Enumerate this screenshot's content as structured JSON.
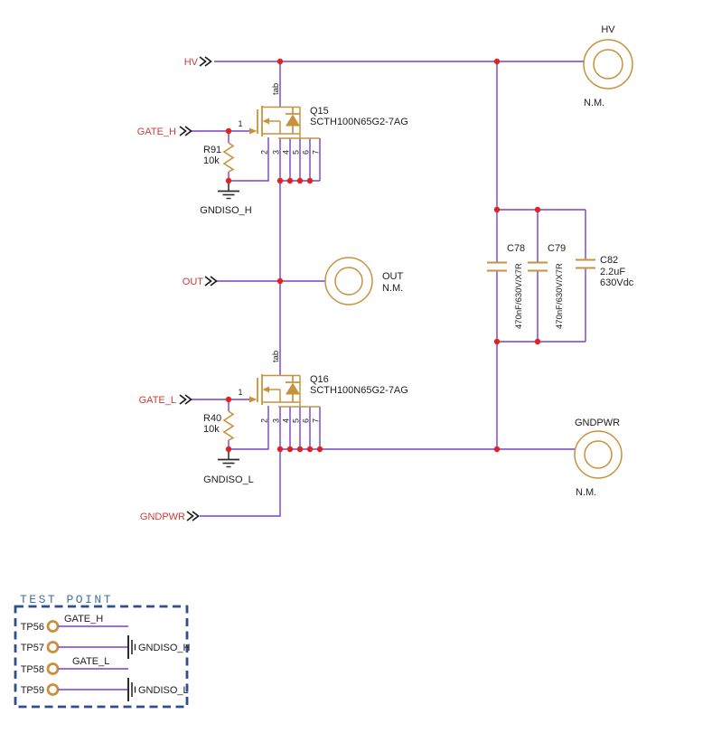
{
  "schematic": {
    "nets": {
      "hv": "HV",
      "gate_h": "GATE_H",
      "out": "OUT",
      "gate_l": "GATE_L",
      "gndpwr": "GNDPWR"
    },
    "grounds": {
      "gndiso_h": "GNDISO_H",
      "gndiso_l": "GNDISO_L"
    },
    "q15": {
      "ref": "Q15",
      "part": "SCTH100N65G2-7AG",
      "tab": "tab",
      "pin1": "1",
      "pins": [
        "2",
        "3",
        "4",
        "5",
        "6",
        "7"
      ]
    },
    "q16": {
      "ref": "Q16",
      "part": "SCTH100N65G2-7AG",
      "tab": "tab",
      "pin1": "1",
      "pins": [
        "2",
        "3",
        "4",
        "5",
        "6",
        "7"
      ]
    },
    "r91": {
      "ref": "R91",
      "value": "10k"
    },
    "r40": {
      "ref": "R40",
      "value": "10k"
    },
    "c78": {
      "ref": "C78",
      "value": "470nF/630V/X7R"
    },
    "c79": {
      "ref": "C79",
      "value": "470nF/630V/X7R"
    },
    "c82": {
      "ref": "C82",
      "value": "2.2uF",
      "voltage": "630Vdc"
    },
    "connectors": {
      "hv": {
        "name": "HV",
        "nm": "N.M."
      },
      "out": {
        "name": "OUT",
        "nm": "N.M."
      },
      "gndpwr": {
        "name": "GNDPWR",
        "nm": "N.M."
      }
    }
  },
  "test_points": {
    "title": "TEST POINT",
    "tp56": {
      "ref": "TP56",
      "net": "GATE_H"
    },
    "tp57": {
      "ref": "TP57",
      "net": "GNDISO_H"
    },
    "tp58": {
      "ref": "TP58",
      "net": "GATE_L"
    },
    "tp59": {
      "ref": "TP59",
      "net": "GNDISO_L"
    }
  },
  "colors": {
    "wire": "#7840c8",
    "junction": "#e0231c",
    "net_label": "#cc3b3b",
    "component": "#c8923c",
    "text": "#1d1d1d",
    "testpoint_title": "#41719c",
    "testpoint_border": "#2e4e8e"
  }
}
